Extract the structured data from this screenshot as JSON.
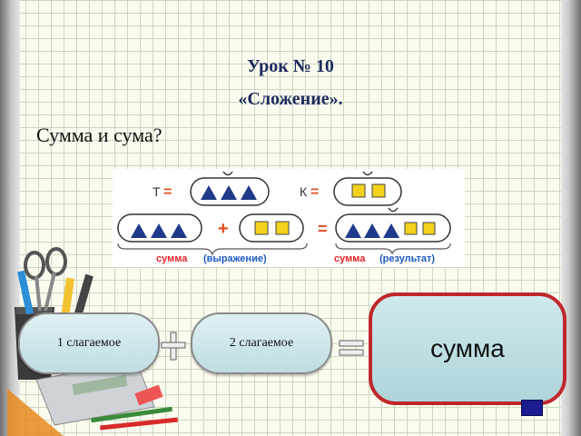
{
  "slide": {
    "title_line1": "Урок № 10",
    "title_line2": "«Сложение».",
    "question": "Сумма и сума?"
  },
  "diagram": {
    "t_label": "Т",
    "k_label": "К",
    "equals": "=",
    "plus": "+",
    "caption_left_a": "сумма",
    "caption_left_b": "(выражение)",
    "caption_right_a": "сумма",
    "caption_right_b": "(результат)",
    "colors": {
      "triangle": "#1f3a8a",
      "square": "#f2d21a",
      "accent": "#e44d26",
      "caption_a": "#e4262c",
      "caption_b": "#1d5bbf"
    }
  },
  "equation": {
    "addend1": "1 слагаемое",
    "addend2": "2 слагаемое",
    "sum": "сумма"
  },
  "icons": [
    "plus-icon",
    "equals-icon",
    "school-supplies-illustration",
    "next-slide-icon"
  ]
}
